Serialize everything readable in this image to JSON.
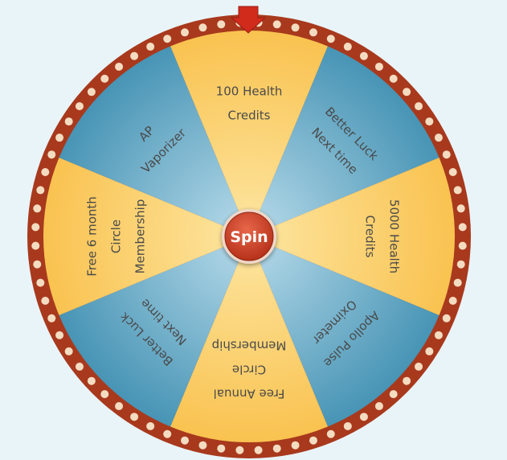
{
  "wheel": {
    "spin_label": "Spin",
    "segments": [
      {
        "lines": [
          "100 Health",
          "Credits"
        ],
        "style": "gold"
      },
      {
        "lines": [
          "Better Luck",
          "Next time"
        ],
        "style": "blue"
      },
      {
        "lines": [
          "5000 Health",
          "Credits"
        ],
        "style": "gold"
      },
      {
        "lines": [
          "Apollo Pulse",
          "Oximeter"
        ],
        "style": "blue"
      },
      {
        "lines": [
          "Free Annual",
          "Circle",
          "Membership"
        ],
        "style": "gold"
      },
      {
        "lines": [
          "Better Luck",
          "Next time"
        ],
        "style": "blue"
      },
      {
        "lines": [
          "Free 6 month",
          "Circle",
          "Membership"
        ],
        "style": "gold"
      },
      {
        "lines": [
          "AP",
          "Vaporizer"
        ],
        "style": "blue"
      }
    ],
    "colors": {
      "gold_inner": "#fde6a2",
      "gold_outer": "#f9c04a",
      "blue_inner": "#b9dceb",
      "blue_outer": "#3f8fb1",
      "rim": "#a8391d",
      "dot": "#f4dcc1",
      "pointer": "#d12b1c",
      "hub": "#c53a20",
      "background": "#e9f4f9"
    }
  }
}
